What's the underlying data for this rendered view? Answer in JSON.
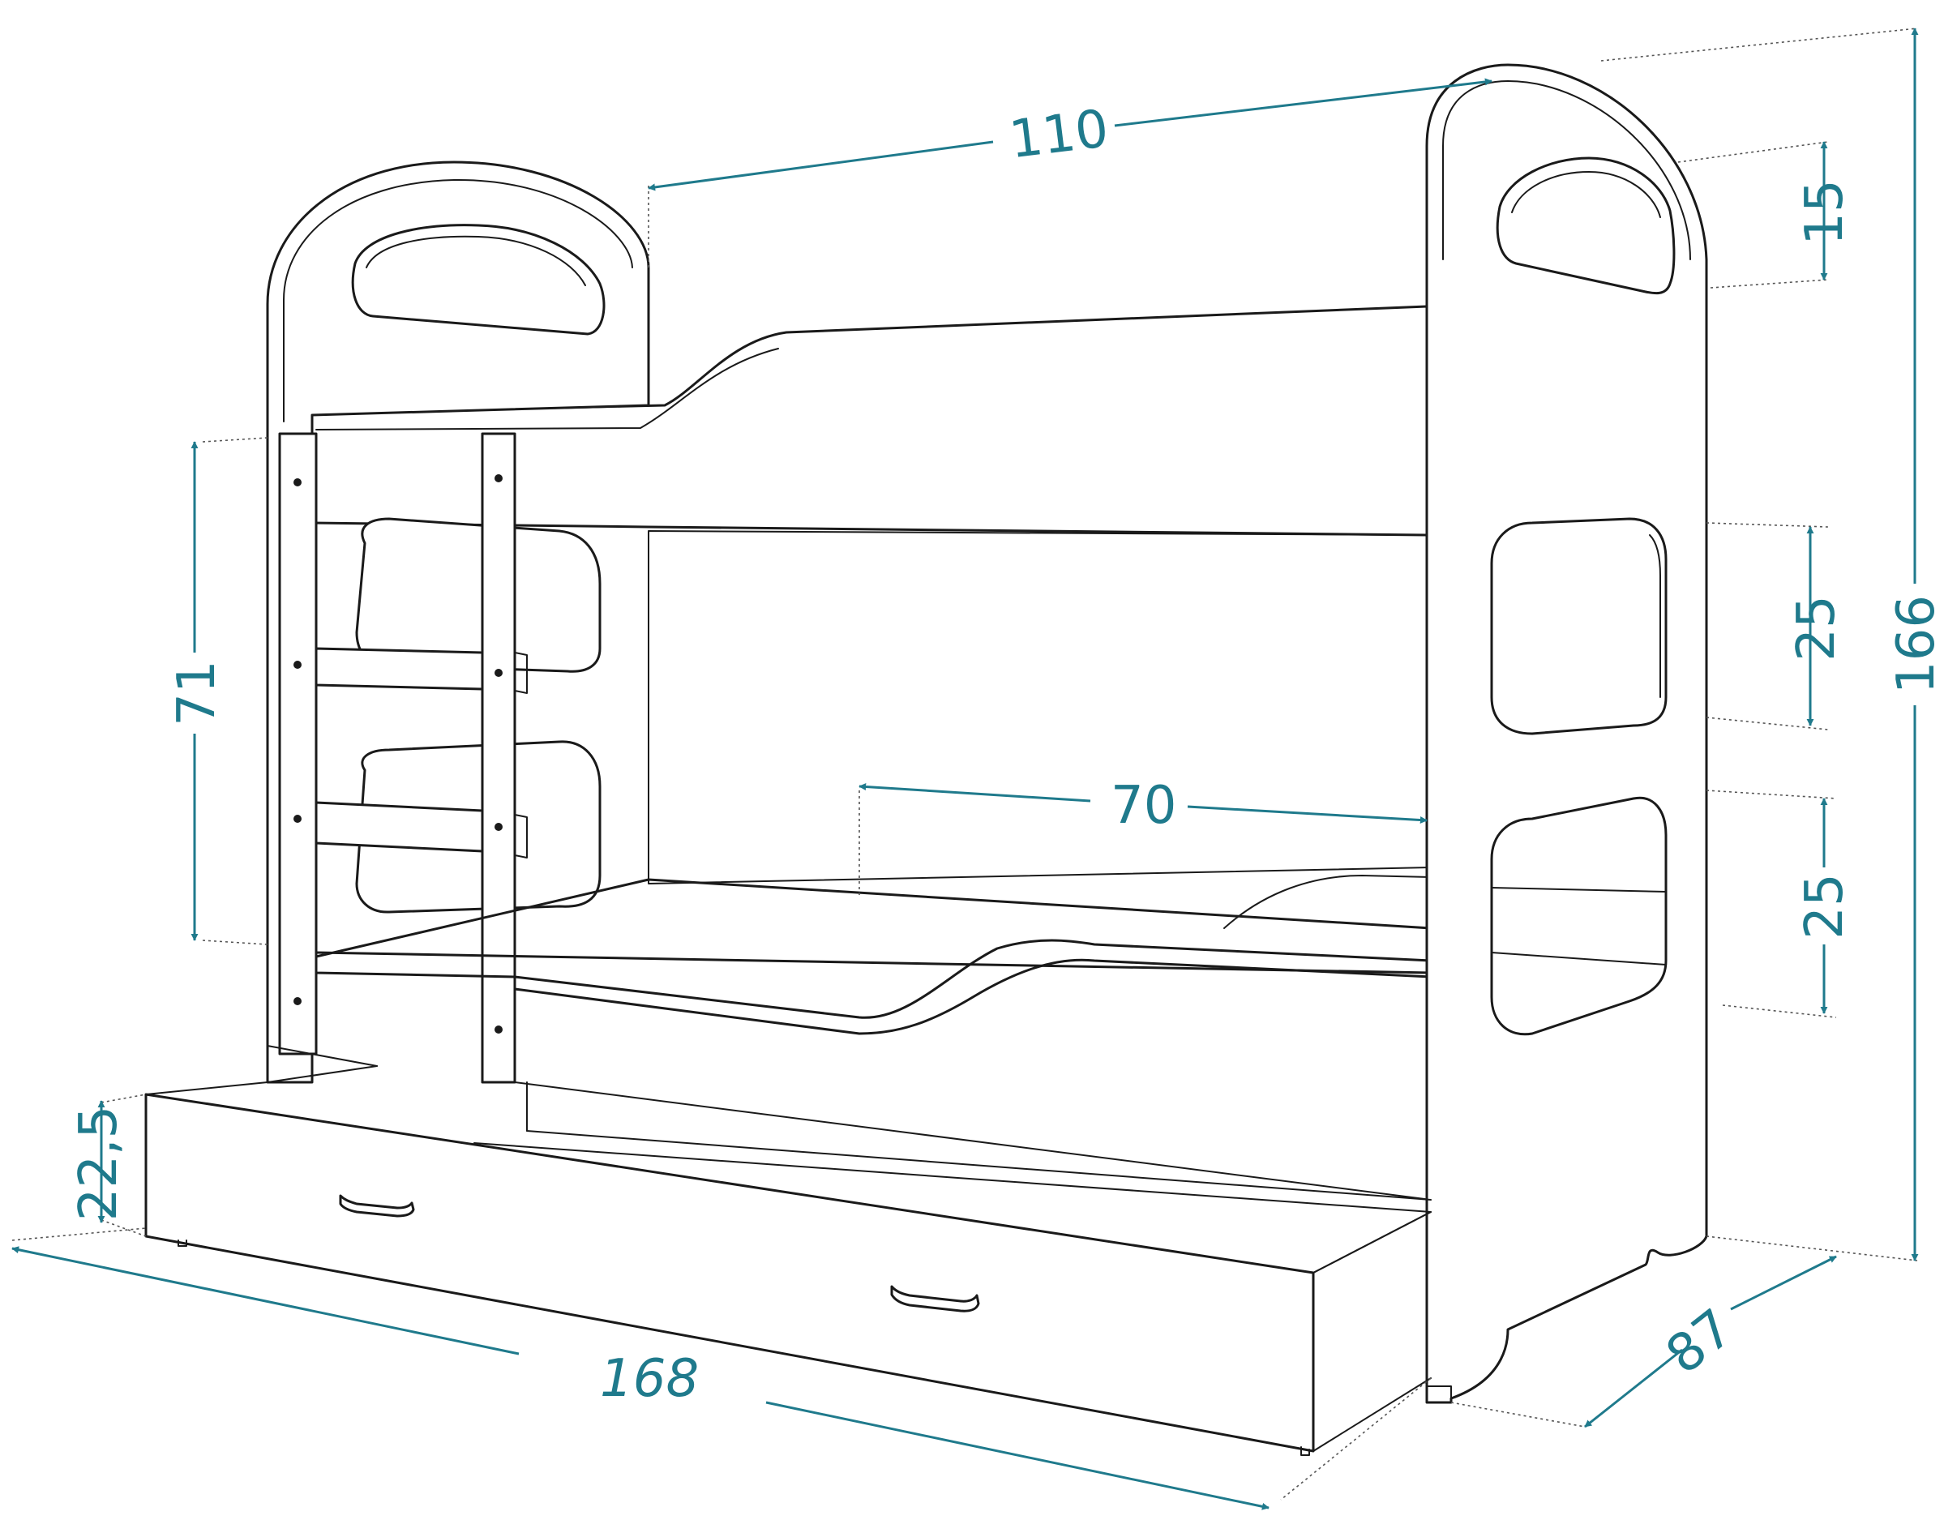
{
  "dimensions": {
    "top_width": "110",
    "right_top_opening": "15",
    "right_mid_opening": "25",
    "right_low_opening": "25",
    "total_height": "166",
    "ladder_height": "71",
    "lower_width": "70",
    "drawer_height": "22,5",
    "total_length": "168",
    "depth": "87"
  },
  "colors": {
    "dimension": "#1f7a8c",
    "outline": "#1a1a1a"
  }
}
